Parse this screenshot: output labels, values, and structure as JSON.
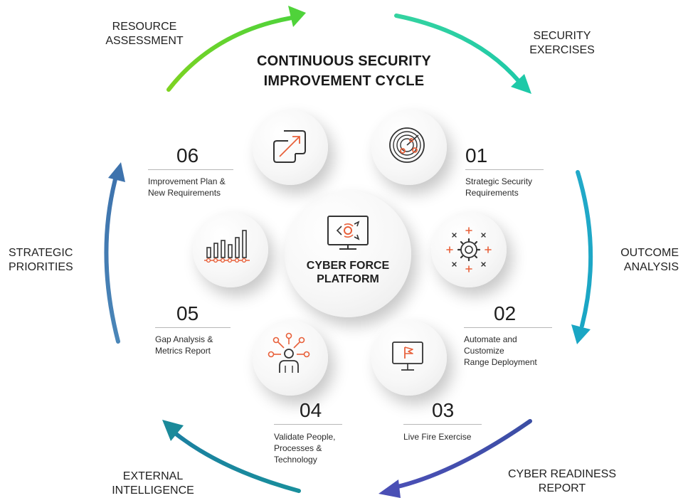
{
  "title": {
    "line1": "CONTINUOUS SECURITY",
    "line2": "IMPROVEMENT CYCLE"
  },
  "outer_labels": {
    "resource_assessment": "RESOURCE\nASSESSMENT",
    "security_exercises": "SECURITY\nEXERCISES",
    "outcome_analysis": "OUTCOME\nANALYSIS",
    "cyber_readiness_report": "CYBER READINESS\nREPORT",
    "external_intelligence": "EXTERNAL\nINTELLIGENCE",
    "strategic_priorities": "STRATEGIC\nPRIORITIES"
  },
  "center": {
    "label_line1": "CYBER FORCE",
    "label_line2": "PLATFORM",
    "icon": "monitor-radar-icon"
  },
  "steps": [
    {
      "number": "01",
      "text": "Strategic Security\nRequirements",
      "icon": "radar-icon"
    },
    {
      "number": "02",
      "text": "Automate and\nCustomize\nRange Deployment",
      "icon": "gear-network-icon"
    },
    {
      "number": "03",
      "text": "Live Fire Exercise",
      "icon": "monitor-flag-icon"
    },
    {
      "number": "04",
      "text": "Validate People,\nProcesses &\nTechnology",
      "icon": "person-network-icon"
    },
    {
      "number": "05",
      "text": "Gap Analysis &\nMetrics Report",
      "icon": "bar-chart-icon"
    },
    {
      "number": "06",
      "text": "Improvement Plan &\nNew Requirements",
      "icon": "expand-arrow-icon"
    }
  ],
  "colors": {
    "arc_green": "#7ed321",
    "arc_teal": "#2ec4a0",
    "arc_cyan": "#1aa6c4",
    "arc_indigo": "#4a4fa8",
    "arc_deep_teal": "#1b8a9a",
    "arc_steel_blue": "#4a7fb0",
    "icon_orange": "#e8603a",
    "icon_dark": "#333333"
  }
}
